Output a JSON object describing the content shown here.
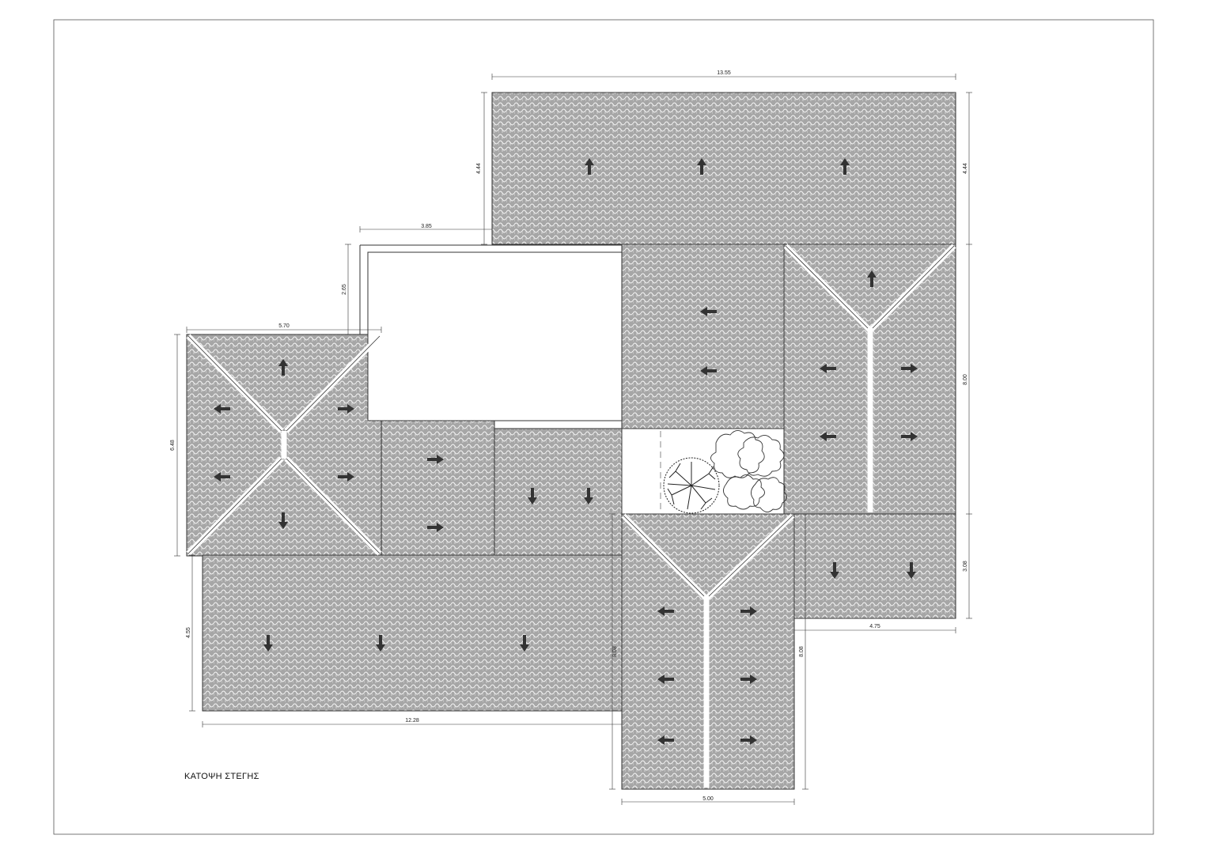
{
  "drawing": {
    "title": "ΚΑΤΟΨΗ ΣΤΕΓΗΣ"
  },
  "dimensions": {
    "top_width": "13.55",
    "top_left_height": "4.44",
    "top_right_height": "4.44",
    "mid_offset": "3.85",
    "mid_height": "2.65",
    "left_width": "5.70",
    "left_height": "6.48",
    "right_height": "8.00",
    "lower_left_height": "4.55",
    "bottom_width": "12.28",
    "center_height_left": "8.08",
    "center_height_right": "8.08",
    "right_lower_height": "3.08",
    "right_lower_width": "4.75",
    "center_bottom_width": "5.00"
  },
  "colors": {
    "tile_fill": "#9a9a9a",
    "tile_stroke": "#ffffff",
    "line": "#333333",
    "arrow": "#333333"
  },
  "icons": {
    "slope_arrow": "arrow-icon",
    "tree_round": "tree-icon",
    "tree_shrub": "shrub-icon"
  }
}
